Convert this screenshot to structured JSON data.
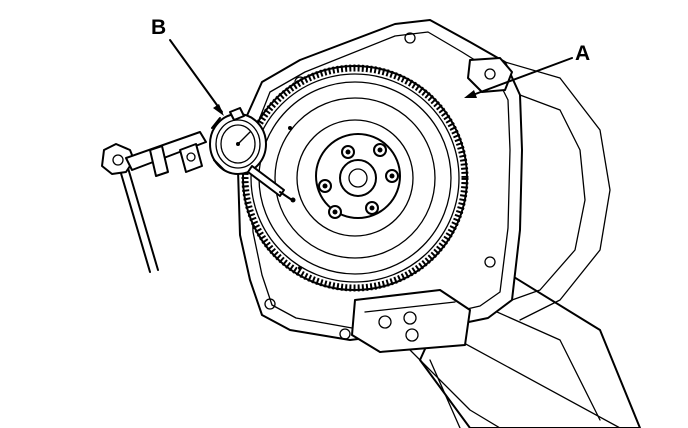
{
  "labels": {
    "a": "A",
    "b": "B"
  },
  "illustration": {
    "items": [
      "flywheel",
      "ring-gear",
      "transmission-housing",
      "dial-indicator",
      "magnetic-stand"
    ],
    "colors": {
      "ink": "#000000",
      "paper": "#ffffff"
    }
  }
}
